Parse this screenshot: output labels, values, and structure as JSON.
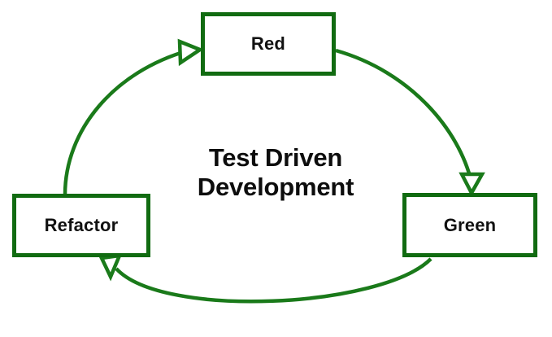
{
  "diagram": {
    "title": "Test Driven Development",
    "title_lines": [
      "Test Driven",
      "Development"
    ],
    "type": "cycle-diagram",
    "colors": {
      "node_border": "#116b11",
      "arrow": "#1a7a1a",
      "node_fill": "#ffffff",
      "label_text": "#111111",
      "title_text": "#0d0d0d",
      "background": "#ffffff"
    },
    "nodes": [
      {
        "id": "red",
        "label": "Red"
      },
      {
        "id": "green",
        "label": "Green"
      },
      {
        "id": "refactor",
        "label": "Refactor"
      }
    ],
    "edges": [
      {
        "id": "red-to-green",
        "from": "Red",
        "to": "Green",
        "arrowhead": "open-triangle"
      },
      {
        "id": "green-to-refactor",
        "from": "Green",
        "to": "Refactor",
        "arrowhead": "open-triangle"
      },
      {
        "id": "refactor-to-red",
        "from": "Refactor",
        "to": "Red",
        "arrowhead": "open-triangle"
      }
    ]
  }
}
